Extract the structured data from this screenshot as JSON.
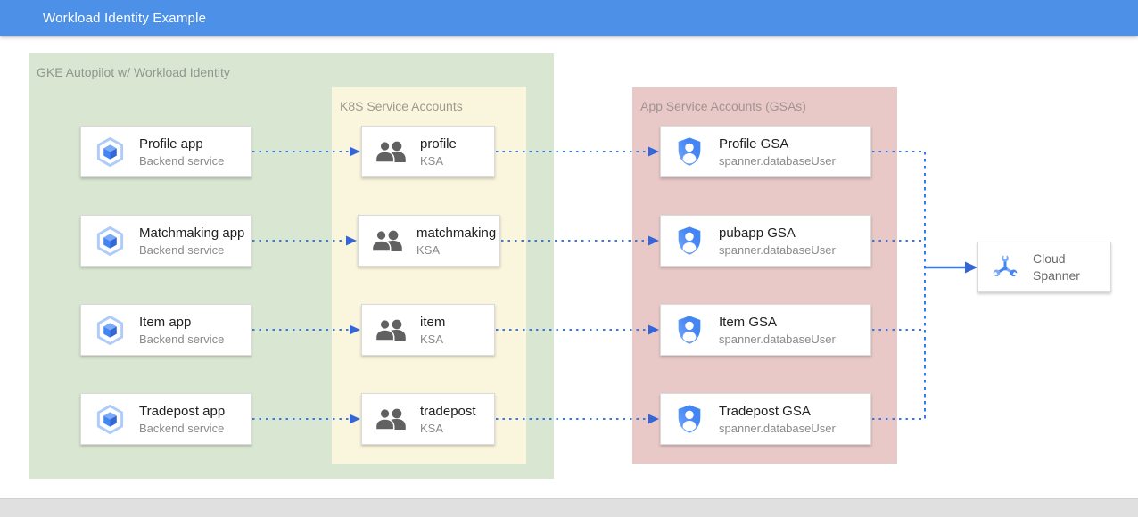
{
  "header": {
    "title": "Workload Identity Example"
  },
  "regions": {
    "gke": {
      "title": "GKE Autopilot w/ Workload Identity",
      "apps": [
        {
          "title": "Profile app",
          "subtitle": "Backend service"
        },
        {
          "title": "Matchmaking app",
          "subtitle": "Backend service"
        },
        {
          "title": "Item app",
          "subtitle": "Backend service"
        },
        {
          "title": "Tradepost app",
          "subtitle": "Backend service"
        }
      ]
    },
    "ksa": {
      "title": "K8S Service Accounts",
      "items": [
        {
          "title": "profile",
          "subtitle": "KSA"
        },
        {
          "title": "matchmaking",
          "subtitle": "KSA"
        },
        {
          "title": "item",
          "subtitle": "KSA"
        },
        {
          "title": "tradepost",
          "subtitle": "KSA"
        }
      ]
    },
    "gsa": {
      "title": "App Service Accounts (GSAs)",
      "items": [
        {
          "title": "Profile GSA",
          "subtitle": "spanner.databaseUser"
        },
        {
          "title": "pubapp GSA",
          "subtitle": "spanner.databaseUser"
        },
        {
          "title": "Item GSA",
          "subtitle": "spanner.databaseUser"
        },
        {
          "title": "Tradepost GSA",
          "subtitle": "spanner.databaseUser"
        }
      ]
    },
    "spanner": {
      "title": "Cloud Spanner"
    }
  },
  "icons": {
    "gke_app": "gke-hexagon-cube-icon",
    "ksa": "people-icon",
    "gsa": "shield-person-icon",
    "spanner": "cloud-spanner-wrench-icon"
  },
  "colors": {
    "header_bg": "#4d90e8",
    "gke_region_bg": "#d9e7d2",
    "ksa_region_bg": "#faf6dd",
    "gsa_region_bg": "#e8c9c7",
    "arrow_blue": "#3b78e7",
    "icon_blue": "#4285f4",
    "icon_blue_light": "#7baaf7",
    "people_gray": "#616161",
    "footer_bg": "#e0e0e0"
  }
}
